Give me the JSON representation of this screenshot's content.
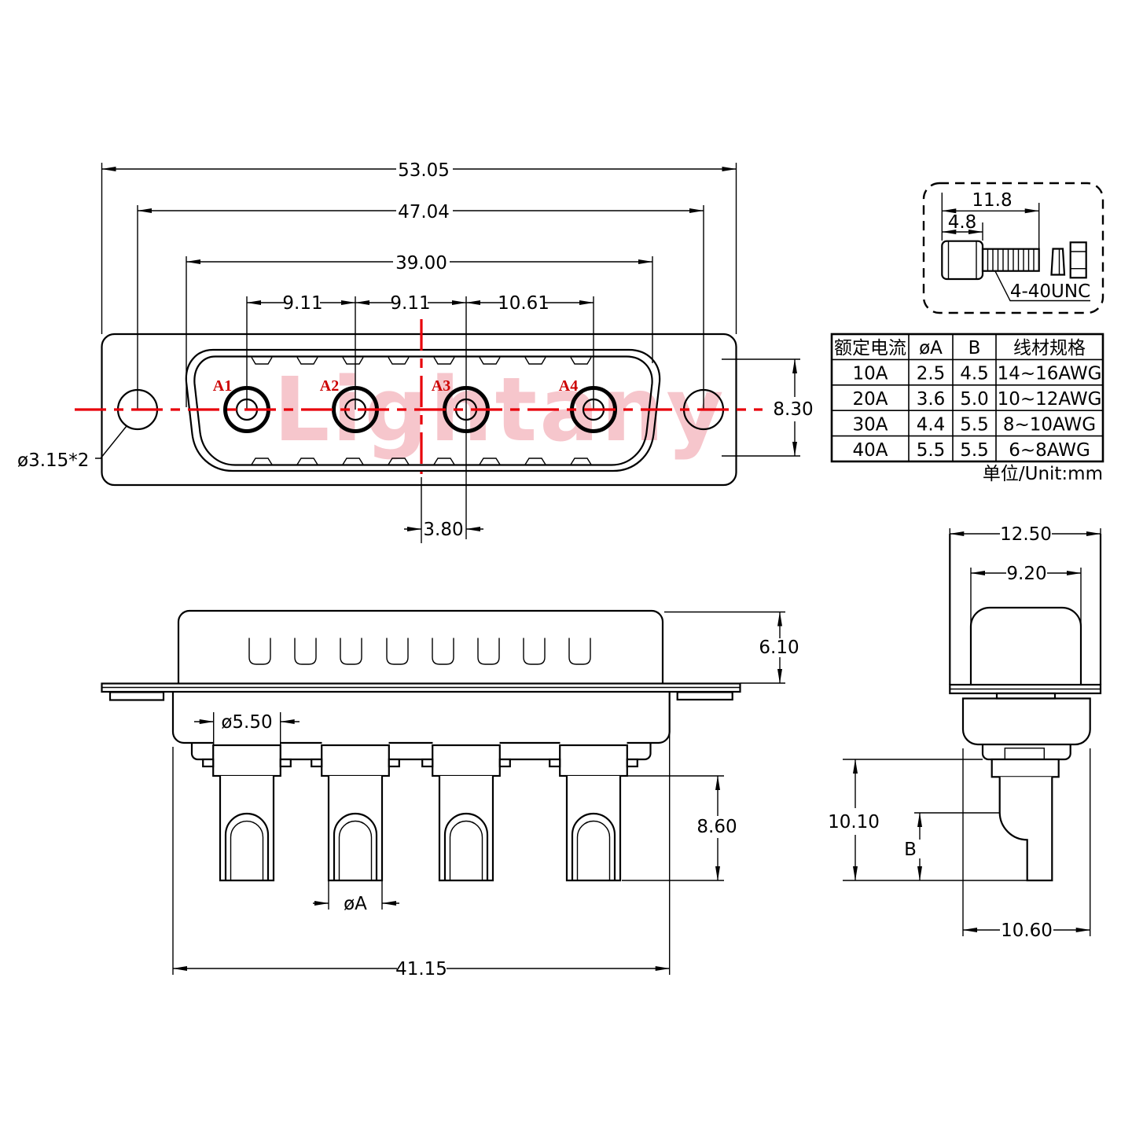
{
  "front_view": {
    "dim_53_05": "53.05",
    "dim_47_04": "47.04",
    "dim_39_00": "39.00",
    "dim_9_11_a": "9.11",
    "dim_9_11_b": "9.11",
    "dim_10_61": "10.61",
    "dim_8_30": "8.30",
    "dim_3_80": "3.80",
    "hole_note": "ø3.15*2",
    "pins": [
      "A1",
      "A2",
      "A3",
      "A4"
    ],
    "watermark": "Lightany"
  },
  "screw_detail": {
    "dim_11_8": "11.8",
    "dim_4_8": "4.8",
    "thread_label": "4-40UNC"
  },
  "spec_table": {
    "headers": [
      "额定电流",
      "øA",
      "B",
      "线材规格"
    ],
    "rows": [
      [
        "10A",
        "2.5",
        "4.5",
        "14~16AWG"
      ],
      [
        "20A",
        "3.6",
        "5.0",
        "10~12AWG"
      ],
      [
        "30A",
        "4.4",
        "5.5",
        "8~10AWG"
      ],
      [
        "40A",
        "5.5",
        "5.5",
        "6~8AWG"
      ]
    ],
    "unit_note": "单位/Unit:mm"
  },
  "side_view": {
    "dim_6_10": "6.10",
    "dim_5_50": "ø5.50",
    "dim_8_60": "8.60",
    "dim_dia_a": "øA",
    "dim_41_15": "41.15"
  },
  "profile_view": {
    "dim_12_50": "12.50",
    "dim_9_20": "9.20",
    "dim_10_10": "10.10",
    "dim_b": "B",
    "dim_10_60": "10.60"
  },
  "colors": {
    "line": "#000000",
    "centerline": "#e8000a",
    "pin_label": "#cc0000",
    "watermark": "#e76973"
  }
}
